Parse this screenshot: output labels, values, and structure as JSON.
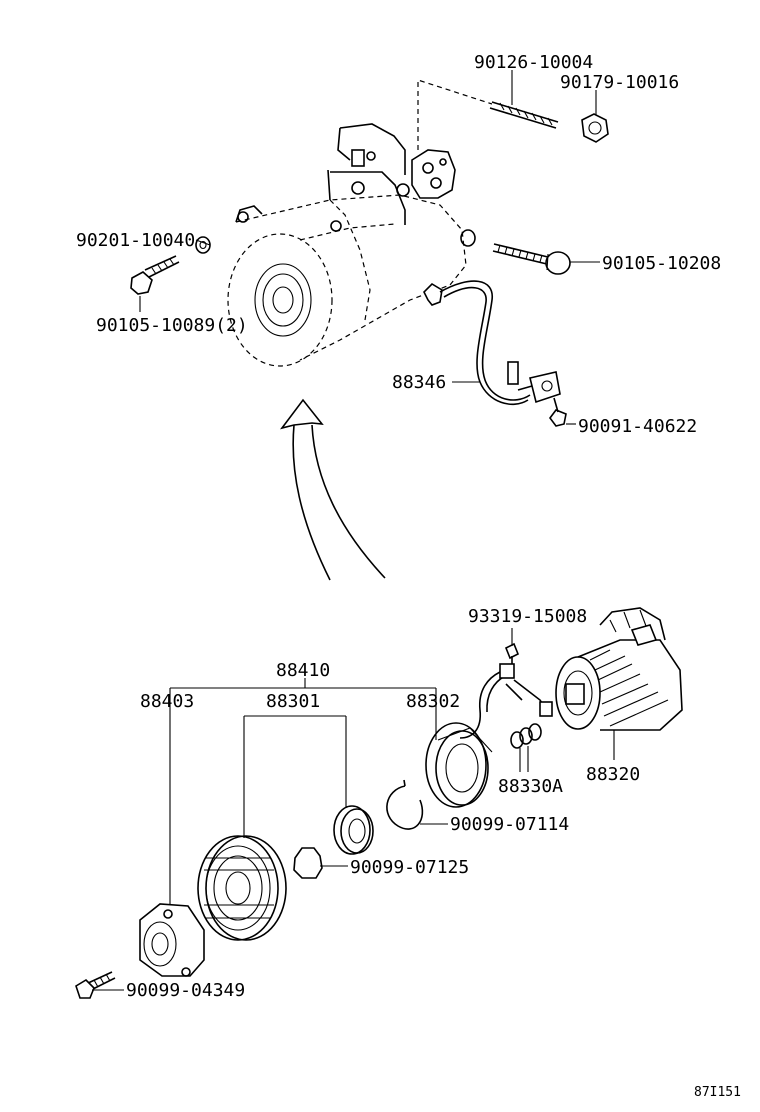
{
  "parts": {
    "p90126": "90126-10004",
    "p90179": "90179-10016",
    "p90201": "90201-10040",
    "p90105a": "90105-10208",
    "p90105b": "90105-10089(2)",
    "p88346": "88346",
    "p90091": "90091-40622",
    "p93319": "93319-15008",
    "p88410": "88410",
    "p88403": "88403",
    "p88301": "88301",
    "p88302": "88302",
    "p88330a": "88330A",
    "p88320": "88320",
    "p90099a": "90099-07114",
    "p90099b": "90099-07125",
    "p90099c": "90099-04349"
  },
  "reference": "87I151"
}
